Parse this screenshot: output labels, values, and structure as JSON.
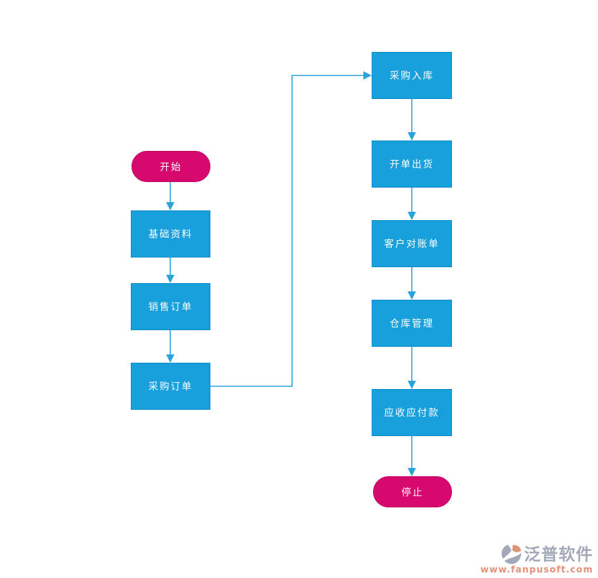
{
  "flowchart": {
    "nodes": {
      "start": {
        "label": "开始",
        "type": "terminal"
      },
      "basic_data": {
        "label": "基础资料",
        "type": "process"
      },
      "sales_order": {
        "label": "销售订单",
        "type": "process"
      },
      "purchase_order": {
        "label": "采购订单",
        "type": "process"
      },
      "purchase_inbound": {
        "label": "采购入库",
        "type": "process"
      },
      "billing_shipment": {
        "label": "开单出货",
        "type": "process"
      },
      "customer_statement": {
        "label": "客户对账单",
        "type": "process"
      },
      "warehouse_mgmt": {
        "label": "仓库管理",
        "type": "process"
      },
      "receivable_payable": {
        "label": "应收应付款",
        "type": "process"
      },
      "stop": {
        "label": "停止",
        "type": "terminal"
      }
    },
    "edges": [
      {
        "from": "start",
        "to": "basic_data"
      },
      {
        "from": "basic_data",
        "to": "sales_order"
      },
      {
        "from": "sales_order",
        "to": "purchase_order"
      },
      {
        "from": "purchase_order",
        "to": "purchase_inbound"
      },
      {
        "from": "purchase_inbound",
        "to": "billing_shipment"
      },
      {
        "from": "billing_shipment",
        "to": "customer_statement"
      },
      {
        "from": "customer_statement",
        "to": "warehouse_mgmt"
      },
      {
        "from": "warehouse_mgmt",
        "to": "receivable_payable"
      },
      {
        "from": "receivable_payable",
        "to": "stop"
      }
    ]
  },
  "colors": {
    "process_fill": "#18A0DC",
    "process_border": "#0E8CC9",
    "terminal_fill": "#D5096E",
    "terminal_border": "#C40763",
    "arrow": "#2AA3DB",
    "brand_gray": "#99A1B3",
    "brand_orange": "#D98A66",
    "url_color": "#E0876B",
    "canvas_bg": "#FFFFFF"
  },
  "watermark": {
    "brand": "泛普软件",
    "url": "www.fanpusoft.com"
  }
}
